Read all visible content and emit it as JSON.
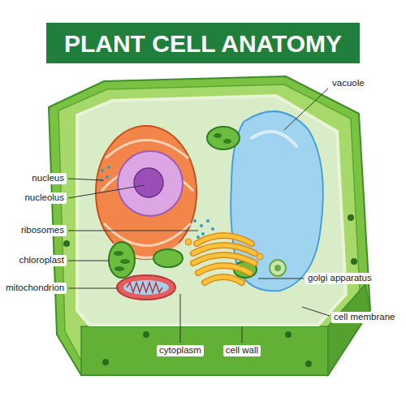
{
  "diagram": {
    "title": "PLANT CELL ANATOMY",
    "labels": [
      "vacuole",
      "nucleus",
      "nucleolus",
      "ribosomes",
      "chloroplast",
      "golgi apparatus",
      "mitochondrion",
      "cell membrane",
      "cytoplasm",
      "cell wall"
    ]
  }
}
